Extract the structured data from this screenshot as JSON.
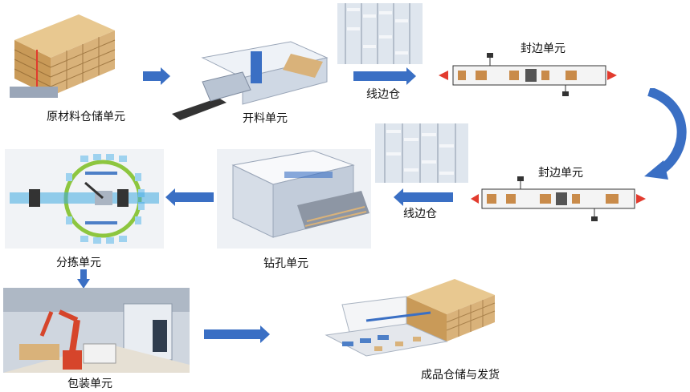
{
  "diagram": {
    "nodes": {
      "raw_storage": "原材料仓储单元",
      "cutting": "开料单元",
      "line_store_1": "线边仓",
      "edge_banding_1": "封边单元",
      "edge_banding_2": "封边单元",
      "line_store_2": "线边仓",
      "drilling": "钻孔单元",
      "sorting": "分拣单元",
      "packing": "包装单元",
      "finished_storage": "成品仓储与发货"
    },
    "colors": {
      "arrow": "#3a6fc4",
      "rack": "#d9b27a",
      "rack_dark": "#a67a3e",
      "machine": "#9fb4cf",
      "accent_red": "#e23b2e",
      "robot": "#d6452b"
    }
  }
}
